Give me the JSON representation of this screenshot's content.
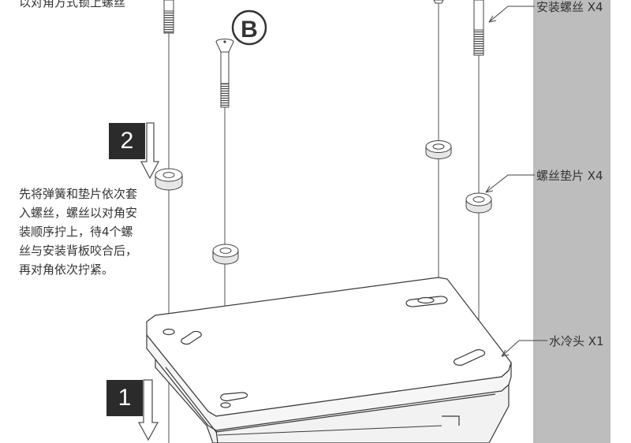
{
  "instructions": {
    "top_caption": "以对角方式锁上螺丝",
    "note_lines": [
      "先将弹簧和垫片依次套",
      "入螺丝，螺丝以对角安",
      "装顺序拧上，待4个螺",
      "丝与安装背板咬合后，",
      "再对角依次拧紧。"
    ]
  },
  "labels": {
    "b_marker": "B",
    "screw": "安装螺丝 X4",
    "washer": "螺丝垫片 X4",
    "waterblock": "水冷头 X1"
  },
  "steps": {
    "step1": "1",
    "step2": "2"
  },
  "colors": {
    "line": "#3a3a3a",
    "side_panel": "#bdbdbd",
    "badge": "#2b2b2b",
    "text": "#333333"
  }
}
